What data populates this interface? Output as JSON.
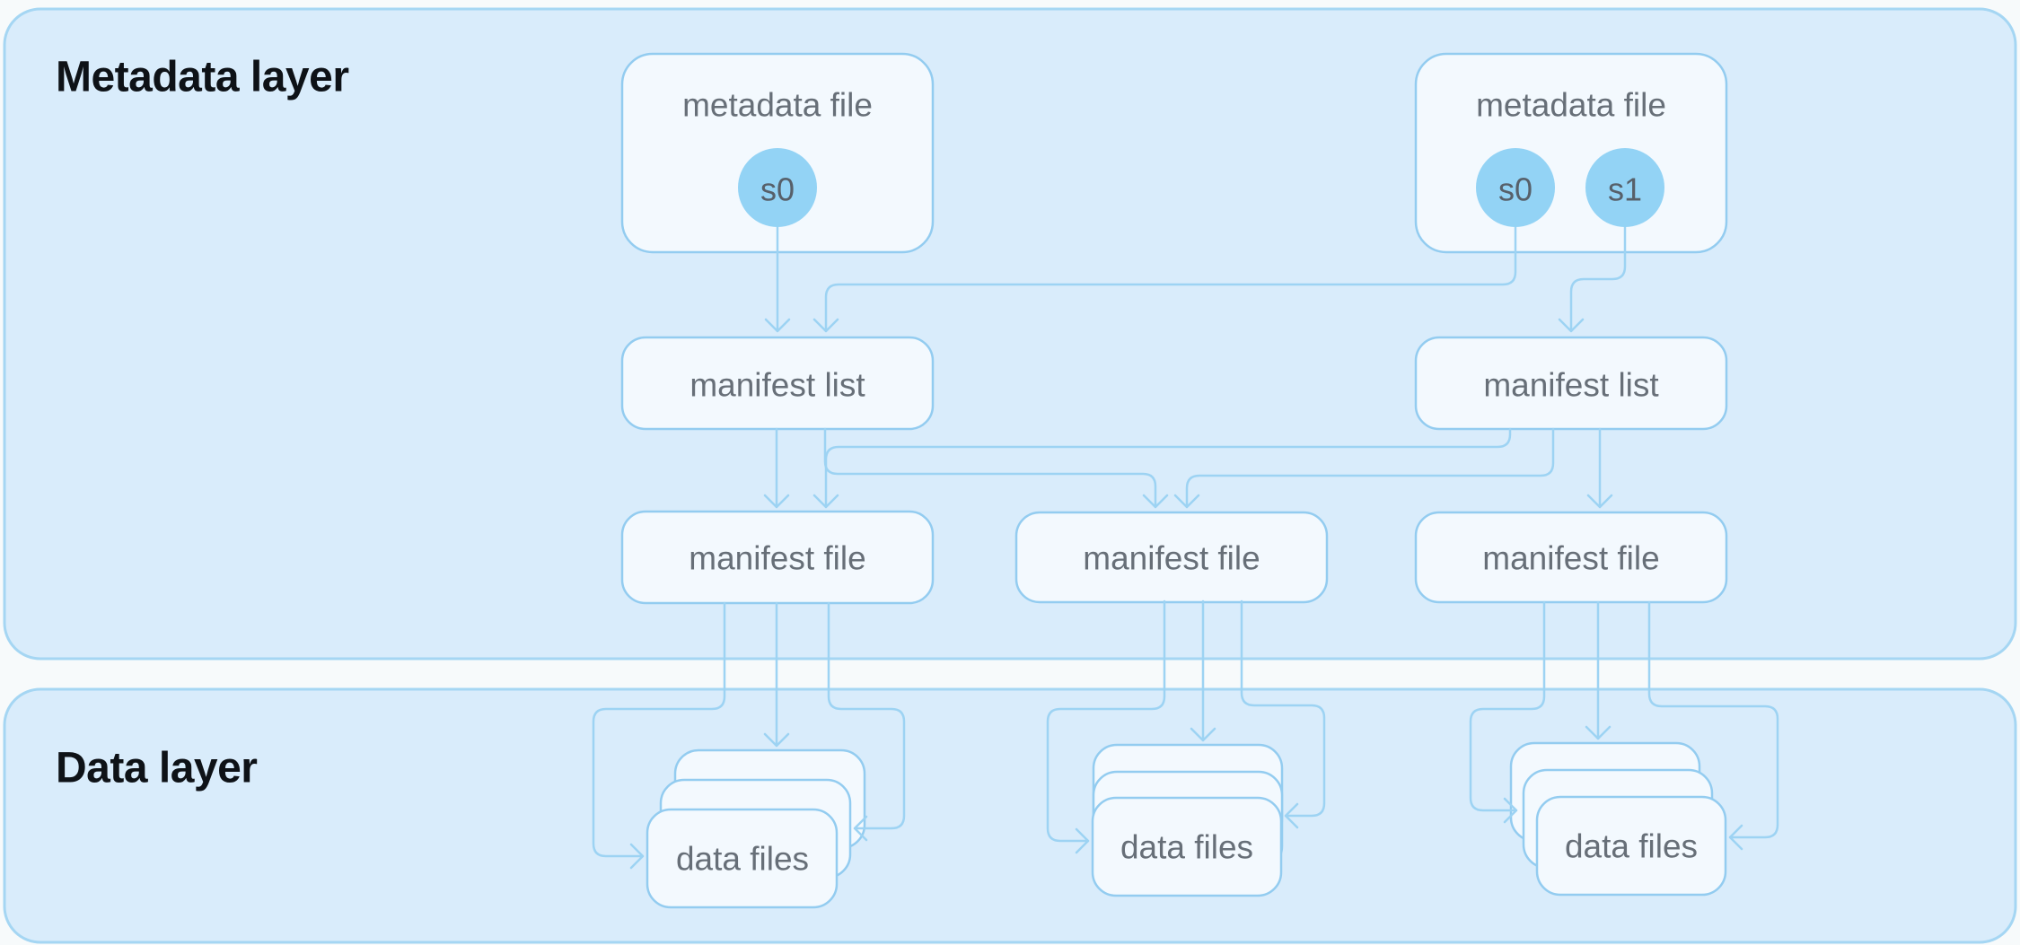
{
  "diagram": {
    "layers": [
      {
        "title": "Metadata layer"
      },
      {
        "title": "Data layer"
      }
    ],
    "nodes": {
      "metadata_file_left": {
        "label": "metadata file",
        "snapshots": [
          "s0"
        ]
      },
      "metadata_file_right": {
        "label": "metadata file",
        "snapshots": [
          "s0",
          "s1"
        ]
      },
      "manifest_list_left": {
        "label": "manifest list"
      },
      "manifest_list_right": {
        "label": "manifest list"
      },
      "manifest_file_left": {
        "label": "manifest file"
      },
      "manifest_file_center": {
        "label": "manifest file"
      },
      "manifest_file_right": {
        "label": "manifest file"
      },
      "data_files_left": {
        "label": "data files"
      },
      "data_files_center": {
        "label": "data files"
      },
      "data_files_right": {
        "label": "data files"
      }
    },
    "colors": {
      "page_background": "#f7fafb",
      "layer_fill": "#d9ecfb",
      "layer_border": "#a5d6f3",
      "node_fill": "#f3f9fe",
      "node_border": "#93ccf0",
      "edge": "#9dd3f3",
      "snapshot_fill": "#93d3f5",
      "node_text": "#676f78",
      "snapshot_text": "#57606a",
      "title_text": "#0e1217"
    }
  }
}
